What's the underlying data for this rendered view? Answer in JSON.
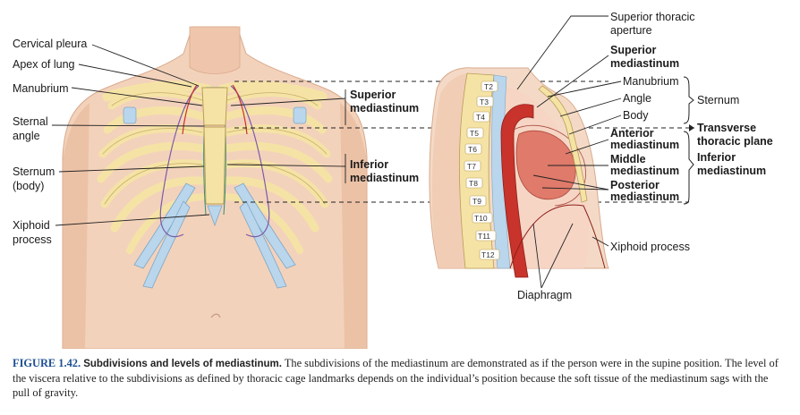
{
  "labels": {
    "cervical_pleura": "Cervical pleura",
    "apex_of_lung": "Apex of lung",
    "manubrium_left": "Manubrium",
    "sternal_angle": [
      "Sternal",
      "angle"
    ],
    "sternum_body": [
      "Sternum",
      "(body)"
    ],
    "xiphoid_left": [
      "Xiphoid",
      "process"
    ],
    "superior_mediastinum_mid": [
      "Superior",
      "mediastinum"
    ],
    "inferior_mediastinum_mid": [
      "Inferior",
      "mediastinum"
    ],
    "superior_thoracic_aperture": [
      "Superior thoracic",
      "aperture"
    ],
    "superior_mediastinum_right": [
      "Superior",
      "mediastinum"
    ],
    "manubrium_right": "Manubrium",
    "angle": "Angle",
    "body": "Body",
    "sternum": "Sternum",
    "transverse_thoracic_plane": [
      "Transverse",
      "thoracic plane"
    ],
    "anterior_mediastinum": [
      "Anterior",
      "mediastinum"
    ],
    "middle_mediastinum": [
      "Middle",
      "mediastinum"
    ],
    "posterior_mediastinum": [
      "Posterior",
      "mediastinum"
    ],
    "inferior_mediastinum_right": [
      "Inferior",
      "mediastinum"
    ],
    "xiphoid_right": "Xiphoid process",
    "diaphragm": "Diaphragm"
  },
  "vertebrae": [
    "T2",
    "T3",
    "T4",
    "T5",
    "T6",
    "T7",
    "T8",
    "T9",
    "T10",
    "T11",
    "T12"
  ],
  "caption": {
    "figure_number": "FIGURE 1.42.",
    "title": "Subdivisions and levels of mediastinum.",
    "text": "The subdivisions of the mediastinum are demonstrated as if the person were in the supine position. The level of the viscera relative to the subdivisions as defined by thoracic cage landmarks depends on the individual’s position because the soft tissue of the mediastinum sags with the pull of gravity."
  },
  "colors": {
    "skin": "#f3d2bb",
    "bone": "#f5e3a6",
    "cartilage": "#b9d6ec",
    "aorta": "#c8332b",
    "heart": "#e07a6a",
    "caption_accent": "#1d4f91"
  }
}
